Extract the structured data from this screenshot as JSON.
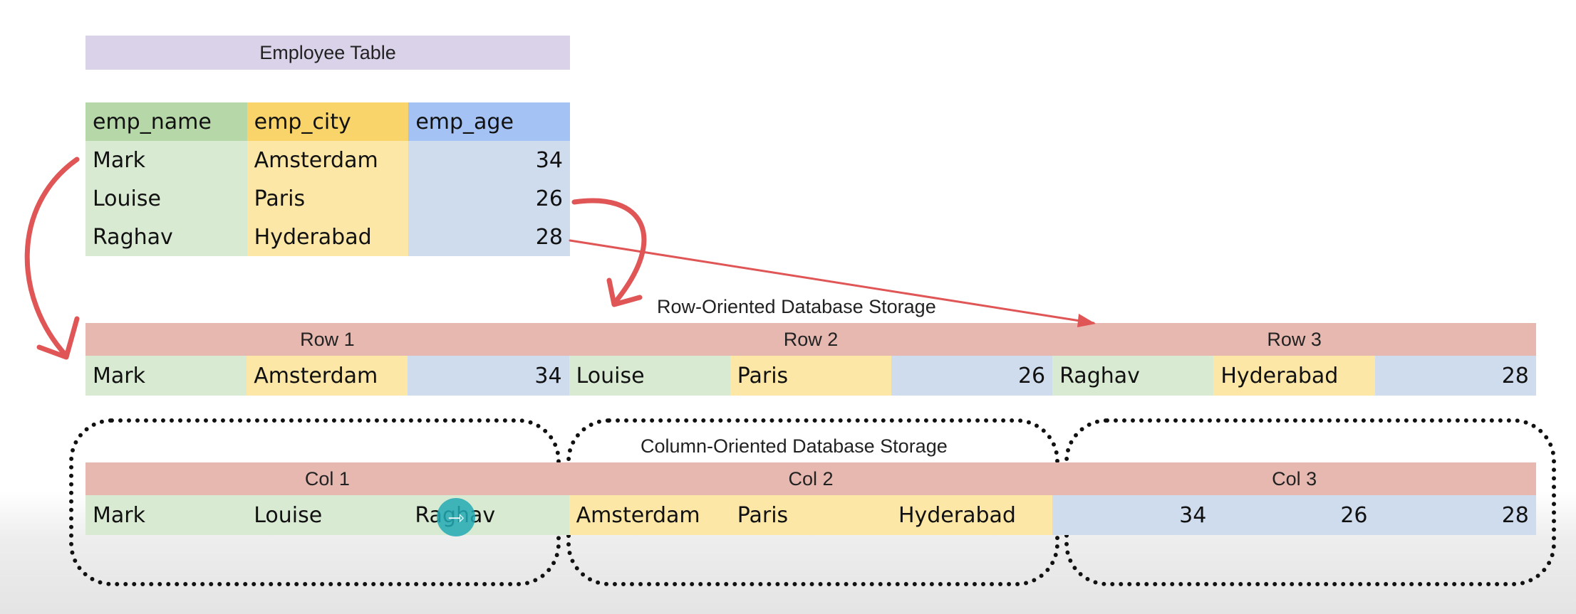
{
  "employee_table": {
    "title": "Employee Table",
    "columns": [
      "emp_name",
      "emp_city",
      "emp_age"
    ],
    "rows": [
      [
        "Mark",
        "Amsterdam",
        "34"
      ],
      [
        "Louise",
        "Paris",
        "26"
      ],
      [
        "Raghav",
        "Hyderabad",
        "28"
      ]
    ]
  },
  "row_storage": {
    "label": "Row-Oriented Database Storage",
    "groups": [
      {
        "header": "Row 1",
        "cells": [
          "Mark",
          "Amsterdam",
          "34"
        ]
      },
      {
        "header": "Row 2",
        "cells": [
          "Louise",
          "Paris",
          "26"
        ]
      },
      {
        "header": "Row 3",
        "cells": [
          "Raghav",
          "Hyderabad",
          "28"
        ]
      }
    ]
  },
  "column_storage": {
    "label": "Column-Oriented Database Storage",
    "groups": [
      {
        "header": "Col 1",
        "cells": [
          "Mark",
          "Louise",
          "Raghav"
        ]
      },
      {
        "header": "Col 2",
        "cells": [
          "Amsterdam",
          "Paris",
          "Hyderabad"
        ]
      },
      {
        "header": "Col 3",
        "cells": [
          "34",
          "26",
          "28"
        ]
      }
    ]
  },
  "colors": {
    "name_column": "#d9ead3",
    "city_column": "#fde7a6",
    "age_column": "#cfdcee",
    "group_header": "#e6b8af",
    "title_bar": "#d9d2e9",
    "arrow": "#e05555"
  },
  "icons": {
    "cursor": "drag-cursor-icon"
  }
}
